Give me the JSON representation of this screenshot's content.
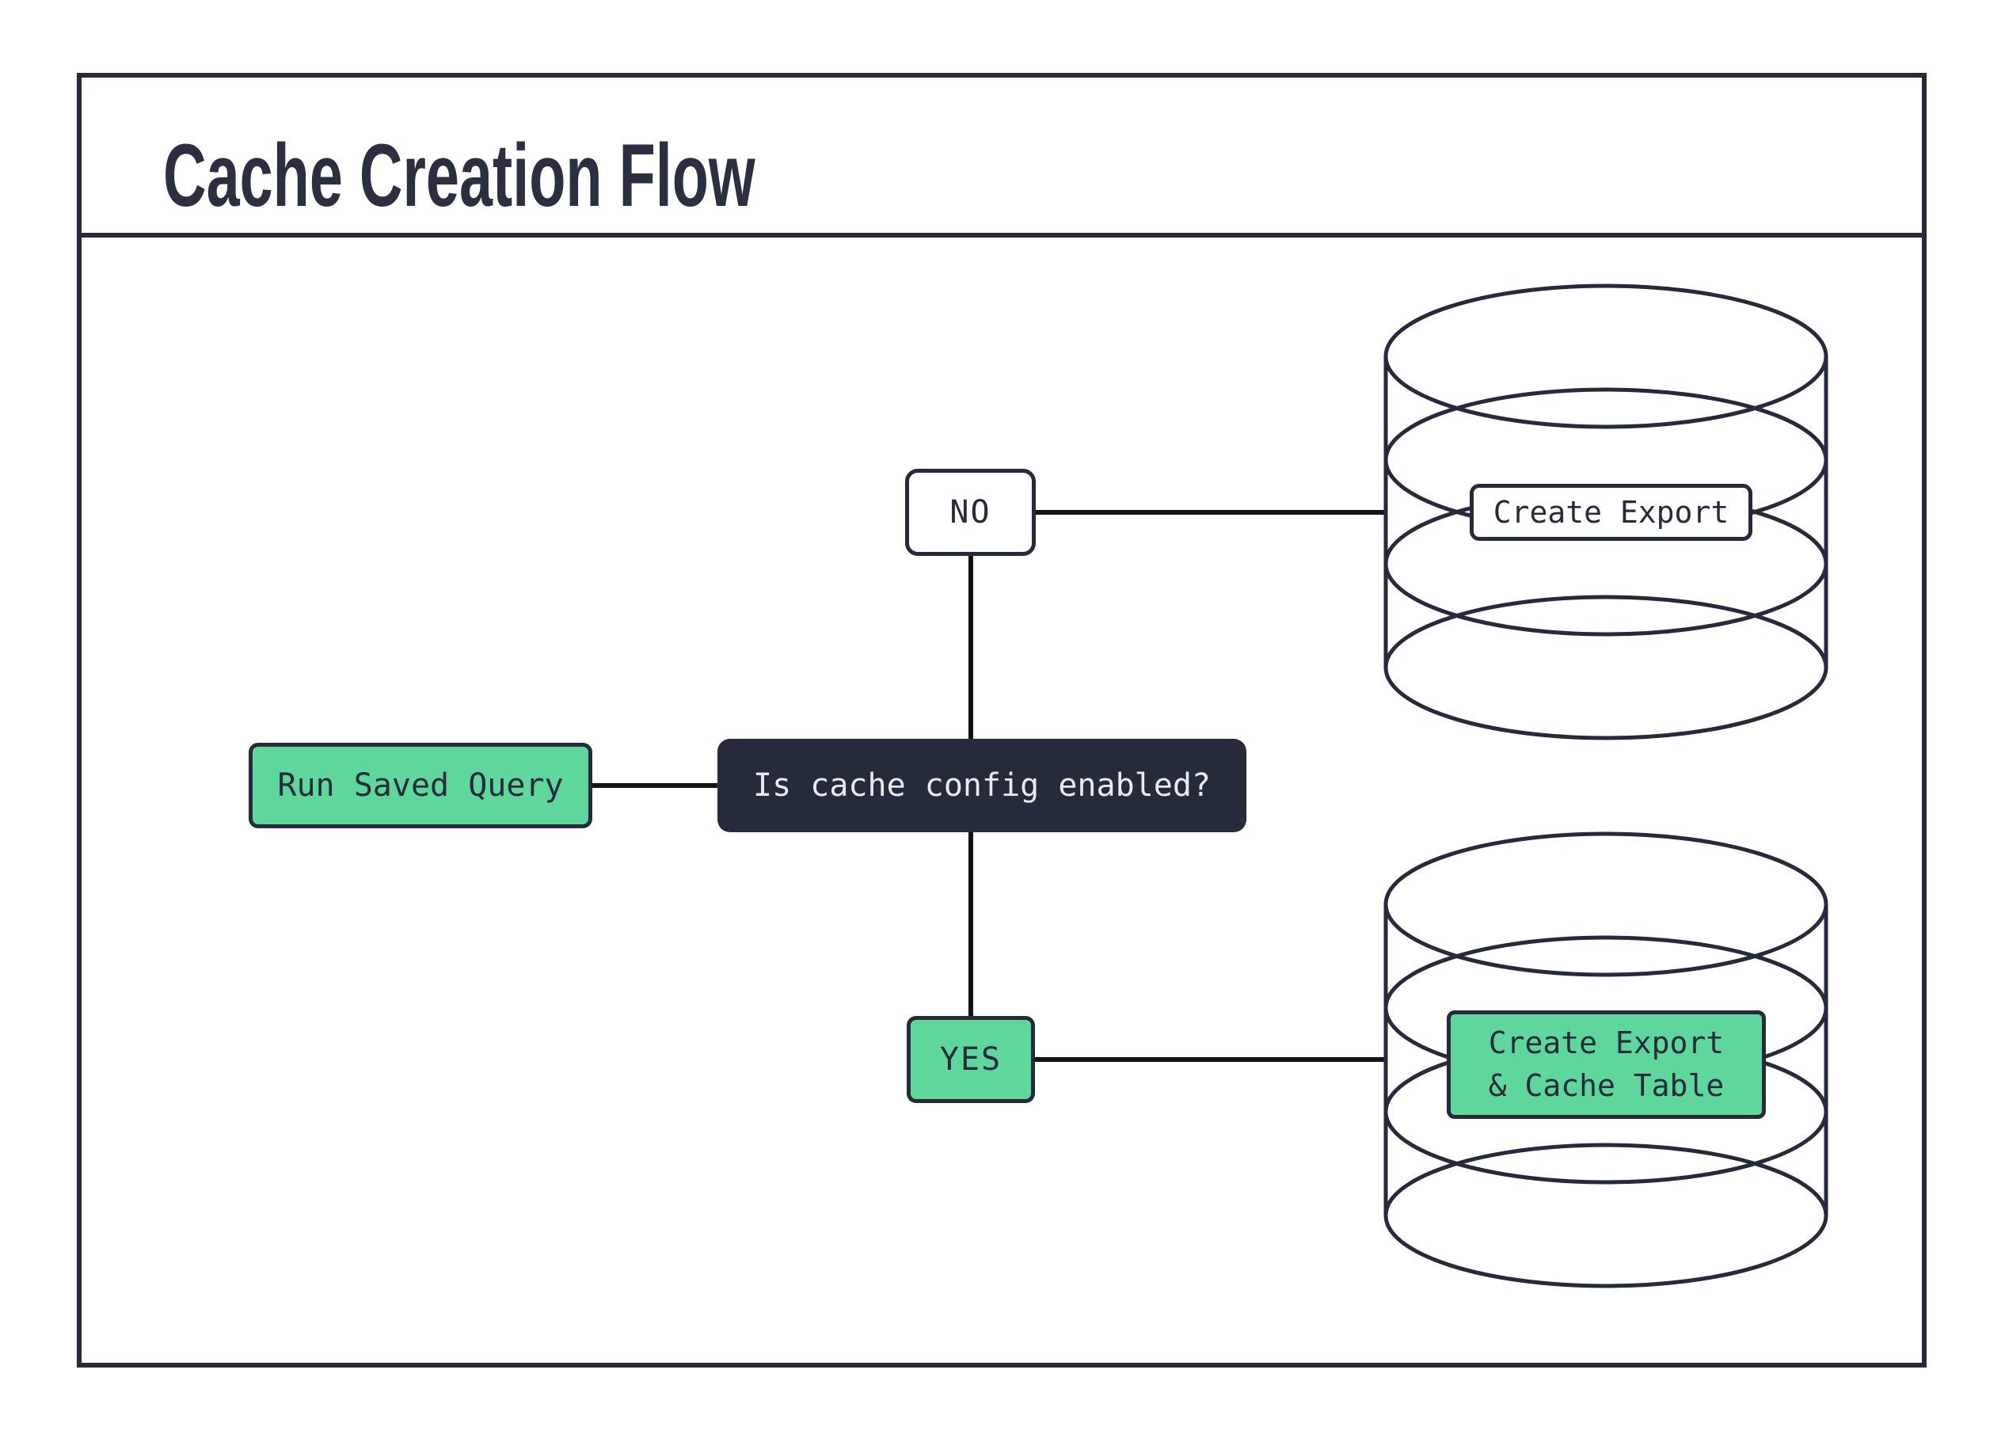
{
  "title": "Cache Creation Flow",
  "nodes": {
    "start": "Run Saved Query",
    "decision": "Is cache config enabled?",
    "branch_no": "NO",
    "branch_yes": "YES",
    "result_no": "Create Export",
    "result_yes_line1": "Create Export",
    "result_yes_line2": "& Cache Table"
  },
  "colors": {
    "ink": "#262b3b",
    "accent_green": "#5fd79c",
    "line": "#141414",
    "bg": "#ffffff",
    "decision_text": "#e9eaee"
  }
}
